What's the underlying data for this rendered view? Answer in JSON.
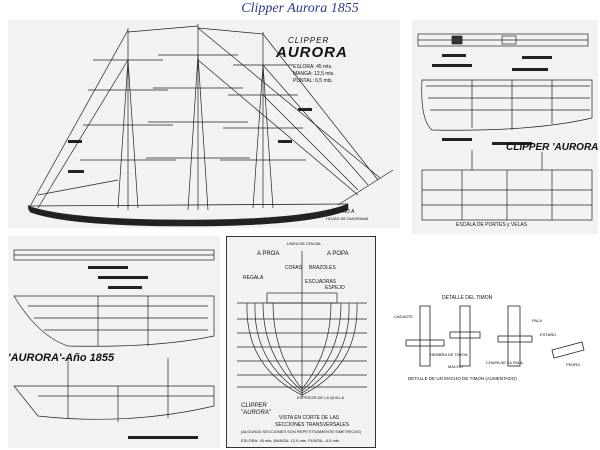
{
  "page_title": "Clipper Aurora 1855",
  "sail_plan": {
    "clipper_word": "CLIPPER",
    "name": "AURORA",
    "eslora": "ESLORA: 45 mts.",
    "manga": "MANGA: 12,5 mts.",
    "puntal": "PUNTAL: 6,5 mts.",
    "plano_label": "PLANO A",
    "plano_sub": "HOJAS DE DIAGRAMA"
  },
  "deck_plan": {
    "clipper_caption": "CLIPPER 'AURORA'-A",
    "note": "ESCALA DE PORTES y VELAS"
  },
  "profile_plan": {
    "caption": "'AURORA'-Año 1855"
  },
  "body_plan": {
    "a_proa": "A PROA",
    "a_popa": "A POPA",
    "linea_crujia": "LINEA DE CRUJIA",
    "cofas": "COFAS",
    "brazoles": "BRAZOLES",
    "regala": "REGALA",
    "escuadras": "ESCUADRAS",
    "espejo": "ESPEJO",
    "espesor_quilla": "ESPESOR DE LA QUILLA",
    "clipper_word": "CLIPPER",
    "aurora": "\"AURORA\"",
    "vista_line1": "VISTA EN CORTE DE LAS",
    "vista_line2": "SECCIONES TRANSVERSALES",
    "vista_line3": "(ALGUNAS SECCIONES SON REPETITIVAMENTE SIMETRICAS)",
    "dims": "ESLORA: 45 mts. MANGA: 12,5 mts. PUNTAL: 6,5 mts."
  },
  "rudder_detail": {
    "title": "DETALLE DEL TIMON",
    "cadaste": "CADASTE",
    "hembra": "HEMBRA DE TIMON",
    "macho": "MACHO",
    "chapa": "CHAPA DE LA PALA",
    "pala": "PALA",
    "estaño": "ESTAÑO",
    "pedro": "PEDRO",
    "caption": "DETALLE DE UN MACHO DE TIMON (AUMENTADO)"
  }
}
